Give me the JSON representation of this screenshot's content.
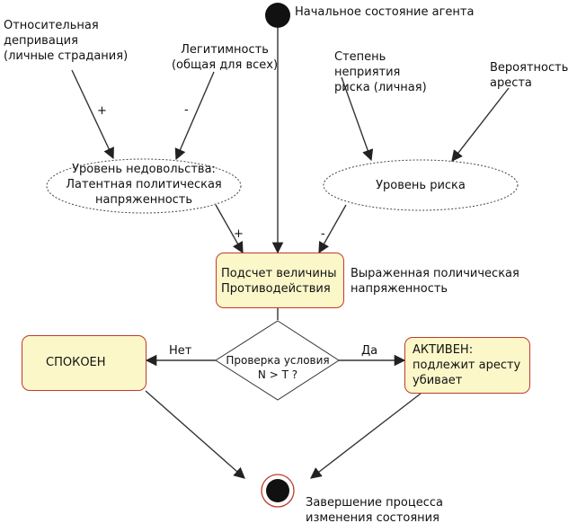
{
  "nodes": {
    "start_label": "Начальное состояние агента",
    "relative_deprivation": "Относительная\nдепривация\n(личные страдания)",
    "legitimacy": "Легитимность\n(общая для всех)",
    "risk_aversion": "Степень\nнеприятия\nриска (личная)",
    "arrest_probability": "Вероятность\nареста",
    "grievance": "Уровень недовольства:\nЛатентная политическая\nнапряженность",
    "risk_level": "Уровень риска",
    "calc": "Подсчет величины\nПротиводействия",
    "expressed": "Выраженная поличическая\nнапряженность",
    "check": "Проверка условия\nN > T ?",
    "calm": "СПОКОЕН",
    "active": "АКТИВЕН:\nподлежит аресту\nубивает",
    "end_label": "Завершение процесса\nизменения состояния"
  },
  "edge_labels": {
    "plus_deprivation": "+",
    "minus_legitimacy": "-",
    "plus_grievance": "+",
    "minus_risk": "-",
    "no": "Нет",
    "yes": "Да"
  },
  "colors": {
    "box_fill": "#fbf7c9",
    "box_border": "#c0392b",
    "line": "#333333",
    "node": "#111111"
  }
}
